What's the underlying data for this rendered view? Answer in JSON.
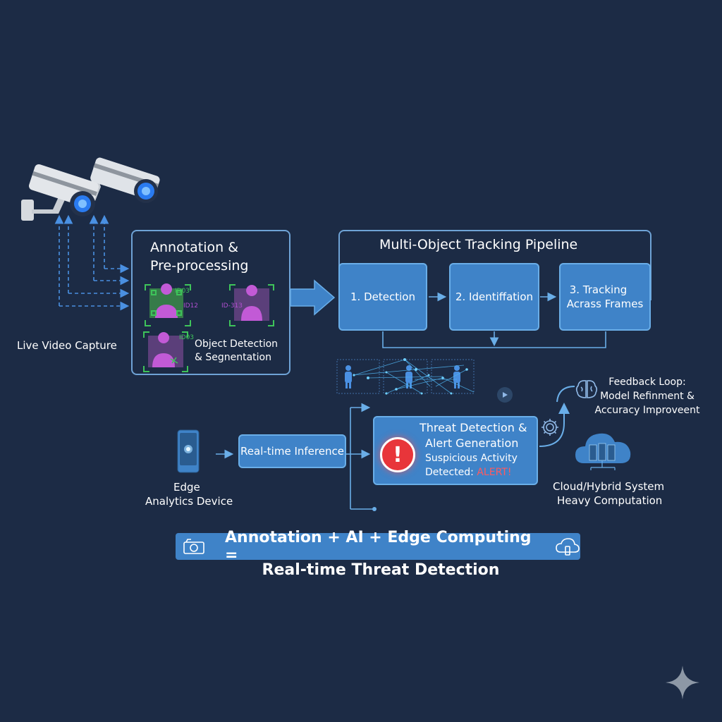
{
  "capture": {
    "label": "Live Video Capture"
  },
  "annotation": {
    "title_line1": "Annotation &",
    "title_line2": "Pre-processing",
    "tags": [
      "ID03",
      "ID12",
      "ID-313",
      "ID03"
    ],
    "caption_line1": "Object Detection",
    "caption_line2": "& Segnentation"
  },
  "pipeline": {
    "title": "Multi-Object Tracking Pipeline",
    "steps": [
      {
        "line1": "1. Detection",
        "line2": ""
      },
      {
        "line1": "2. Identiffation",
        "line2": ""
      },
      {
        "line1": "3. Tracking",
        "line2": "Acrass Frames"
      }
    ]
  },
  "edge": {
    "device_line1": "Edge",
    "device_line2": "Analytics Device",
    "inference_label": "Real-time Inference"
  },
  "threat": {
    "title_line1": "Threat Detection &",
    "title_line2": "Alert Generation",
    "body_line1": "Suspicious Activity",
    "body_prefix": "Detected: ",
    "alert_word": "ALERT!"
  },
  "feedback": {
    "line1": "Feedback Loop:",
    "line2": "Model Refinment &",
    "line3": "Accuracy Improveent"
  },
  "cloud": {
    "line1": "Cloud/Hybrid System",
    "line2": "Heavy Computation"
  },
  "banner": {
    "equation": "Annotation + AI + Edge Computing =",
    "result": "Real-time Threat Detection"
  },
  "colors": {
    "background": "#1c2b45",
    "accent_blue": "#3f83c8",
    "alert_red": "#e8353a",
    "annotation_green": "#3ec45a",
    "annotation_purple": "#b04fd0"
  }
}
